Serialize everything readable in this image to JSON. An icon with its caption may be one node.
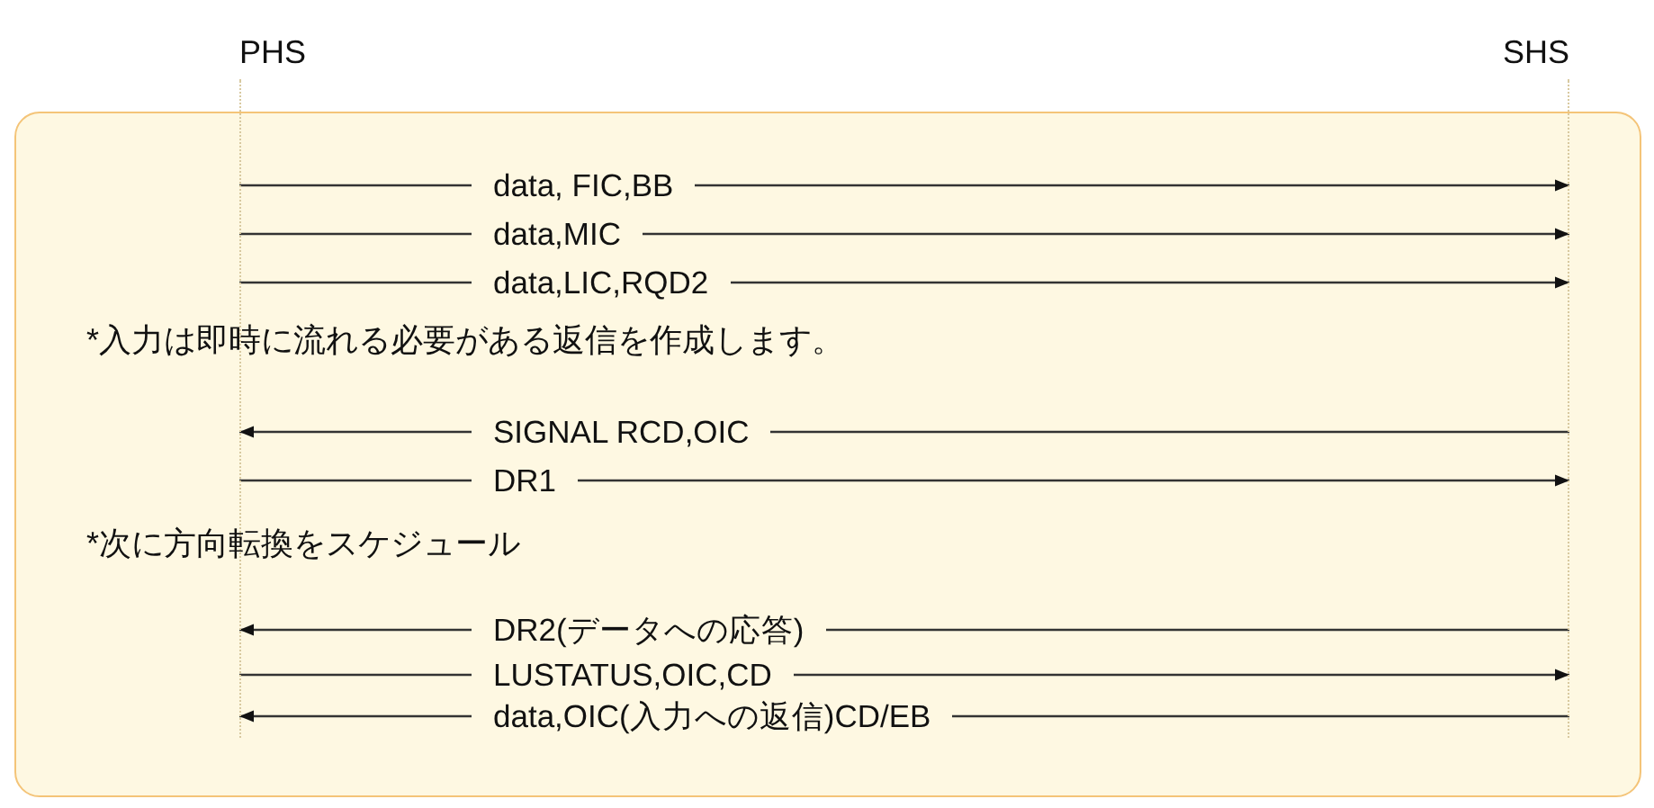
{
  "diagram": {
    "nodes": [
      {
        "text": [
          "PHS"
        ]
      },
      {
        "text": [
          "SHS"
        ]
      }
    ],
    "edges": [
      {
        "from": 0,
        "to": 1,
        "arrow": "to",
        "label": "data, FIC,BB"
      },
      {
        "from": 0,
        "to": 1,
        "arrow": "to",
        "label": "data,MIC"
      },
      {
        "from": 0,
        "to": 1,
        "arrow": "to",
        "label": "data,LIC,RQD2"
      },
      {
        "from": 1,
        "to": 0,
        "arrow": "to",
        "label": "SIGNAL RCD,OIC"
      },
      {
        "from": 0,
        "to": 1,
        "arrow": "to",
        "label": "DR1"
      },
      {
        "from": 1,
        "to": 0,
        "arrow": "to",
        "label": "DR2(データへの応答)"
      },
      {
        "from": 0,
        "to": 1,
        "arrow": "to",
        "label": "LUSTATUS,OIC,CD"
      },
      {
        "from": 1,
        "to": 0,
        "arrow": "to",
        "label": "data,OIC(入力への返信)CD/EB"
      }
    ],
    "labels": [
      "*入力は即時に流れる必要がある返信を作成します。",
      "*次に方向転換をスケジュール"
    ]
  }
}
